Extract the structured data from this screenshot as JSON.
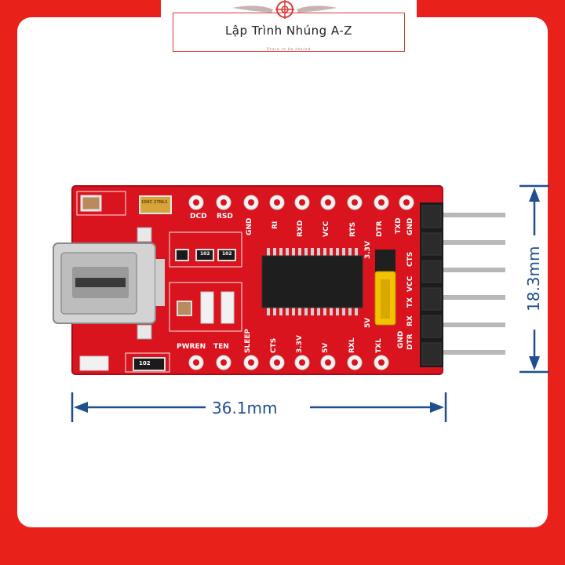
{
  "brand": {
    "title": "Lập Trình Nhúng A-Z",
    "slogan": "Share to be shared",
    "logo_icon": "crosshair-emblem-icon"
  },
  "dimensions": {
    "width_label": "36.1mm",
    "height_label": "18.3mm"
  },
  "board": {
    "top_pins": [
      "DCD",
      "RSD",
      "GND",
      "RI",
      "RXD",
      "VCC",
      "RTS",
      "DTR",
      "TXD"
    ],
    "bottom_pins": [
      "SLEEP",
      "CTS",
      "3.3V",
      "5V",
      "RXL",
      "TXL"
    ],
    "left_labels": [
      "PWREN",
      "TEN"
    ],
    "header_labels_right": [
      "GND",
      "CTS",
      "VCC",
      "TX",
      "RX",
      "DTR"
    ],
    "header_labels_left": [
      "TXD",
      "3.3V",
      "5V",
      "GND"
    ],
    "resistor_labels": [
      "102",
      "102",
      "102"
    ],
    "capacitor_label": "106C 27NL1"
  },
  "colors": {
    "frame": "#e8221b",
    "board": "#d9141e",
    "dimension": "#1f4f8f"
  }
}
